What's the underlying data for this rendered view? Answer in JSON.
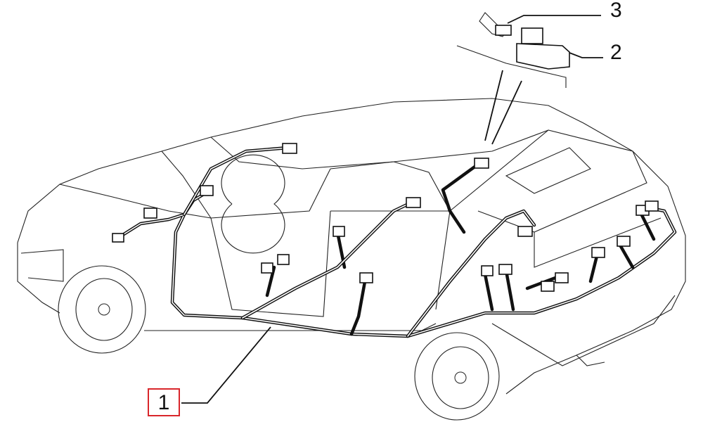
{
  "diagram": {
    "subject": "car-wiring-harness",
    "callouts": [
      {
        "id": "1",
        "label": "1",
        "highlight_color": "#d9262b"
      },
      {
        "id": "2",
        "label": "2"
      },
      {
        "id": "3",
        "label": "3"
      }
    ]
  }
}
